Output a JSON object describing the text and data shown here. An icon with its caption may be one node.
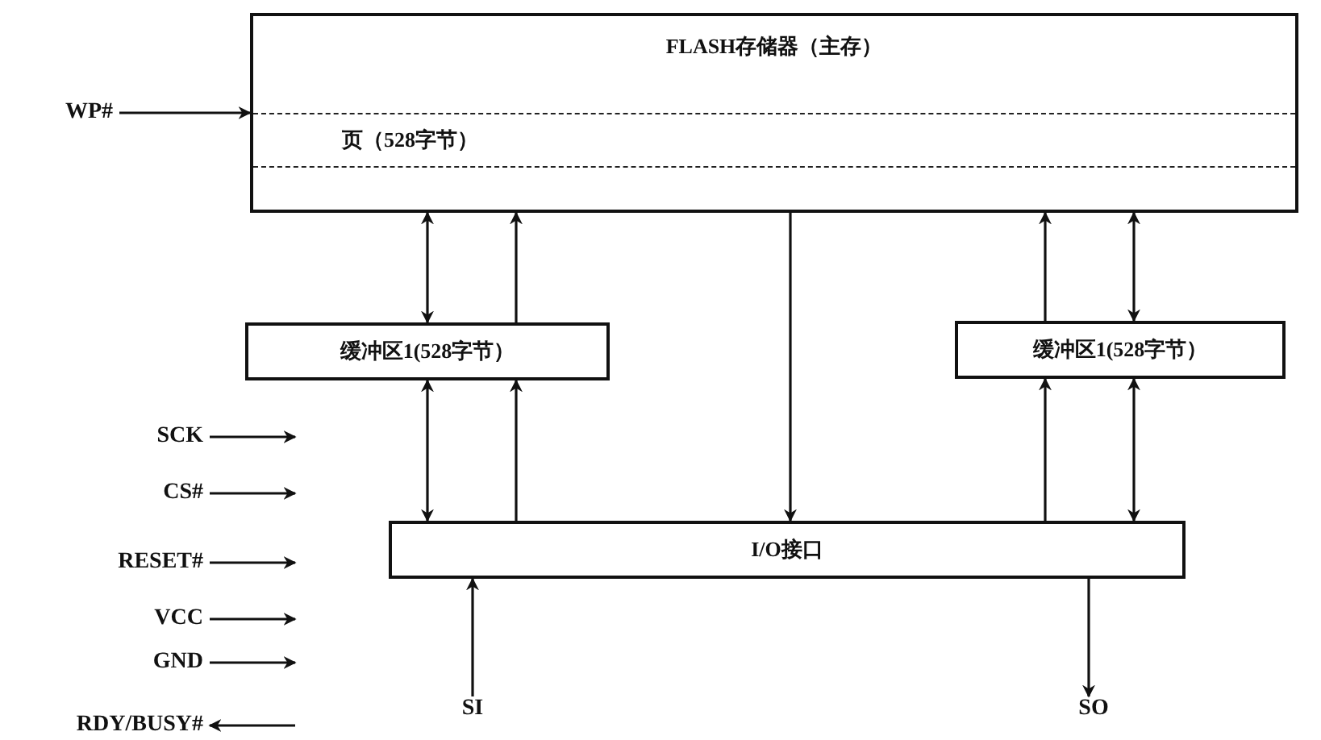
{
  "diagram": {
    "nodes": [
      {
        "text": [
          "FLASH存储器（主存）"
        ]
      },
      {
        "text": [
          "页（528字节）"
        ],
        "in": 0
      },
      {
        "text": [
          "缓冲区1(528字节）"
        ]
      },
      {
        "text": [
          "缓冲区1(528字节）"
        ]
      },
      {
        "text": [
          "I/O接口"
        ]
      },
      {
        "text": [
          "WP#"
        ]
      },
      {
        "text": [
          "SCK"
        ]
      },
      {
        "text": [
          "CS#"
        ]
      },
      {
        "text": [
          "RESET#"
        ]
      },
      {
        "text": [
          "VCC"
        ]
      },
      {
        "text": [
          "GND"
        ]
      },
      {
        "text": [
          "RDY/BUSY#"
        ]
      },
      {
        "text": [
          "SI"
        ]
      },
      {
        "text": [
          "SO"
        ]
      }
    ],
    "edges": [
      {
        "from": 5,
        "to": 0,
        "arrow": "to"
      },
      {
        "from": 6,
        "to": null,
        "arrow": "to"
      },
      {
        "from": 7,
        "to": null,
        "arrow": "to"
      },
      {
        "from": 8,
        "to": null,
        "arrow": "to"
      },
      {
        "from": 9,
        "to": null,
        "arrow": "to"
      },
      {
        "from": 10,
        "to": null,
        "arrow": "to"
      },
      {
        "from": null,
        "to": 11,
        "arrow": "to"
      },
      {
        "from": 0,
        "to": 2,
        "arrow": "both"
      },
      {
        "from": 2,
        "to": 0,
        "arrow": "to"
      },
      {
        "from": 2,
        "to": 4,
        "arrow": "both"
      },
      {
        "from": 4,
        "to": 2,
        "arrow": "to"
      },
      {
        "from": 0,
        "to": 4,
        "arrow": "to"
      },
      {
        "from": 3,
        "to": 0,
        "arrow": "to"
      },
      {
        "from": 0,
        "to": 3,
        "arrow": "both"
      },
      {
        "from": 4,
        "to": 3,
        "arrow": "to"
      },
      {
        "from": 3,
        "to": 4,
        "arrow": "both"
      },
      {
        "from": 12,
        "to": 4,
        "arrow": "to"
      },
      {
        "from": 4,
        "to": 13,
        "arrow": "to"
      }
    ]
  }
}
